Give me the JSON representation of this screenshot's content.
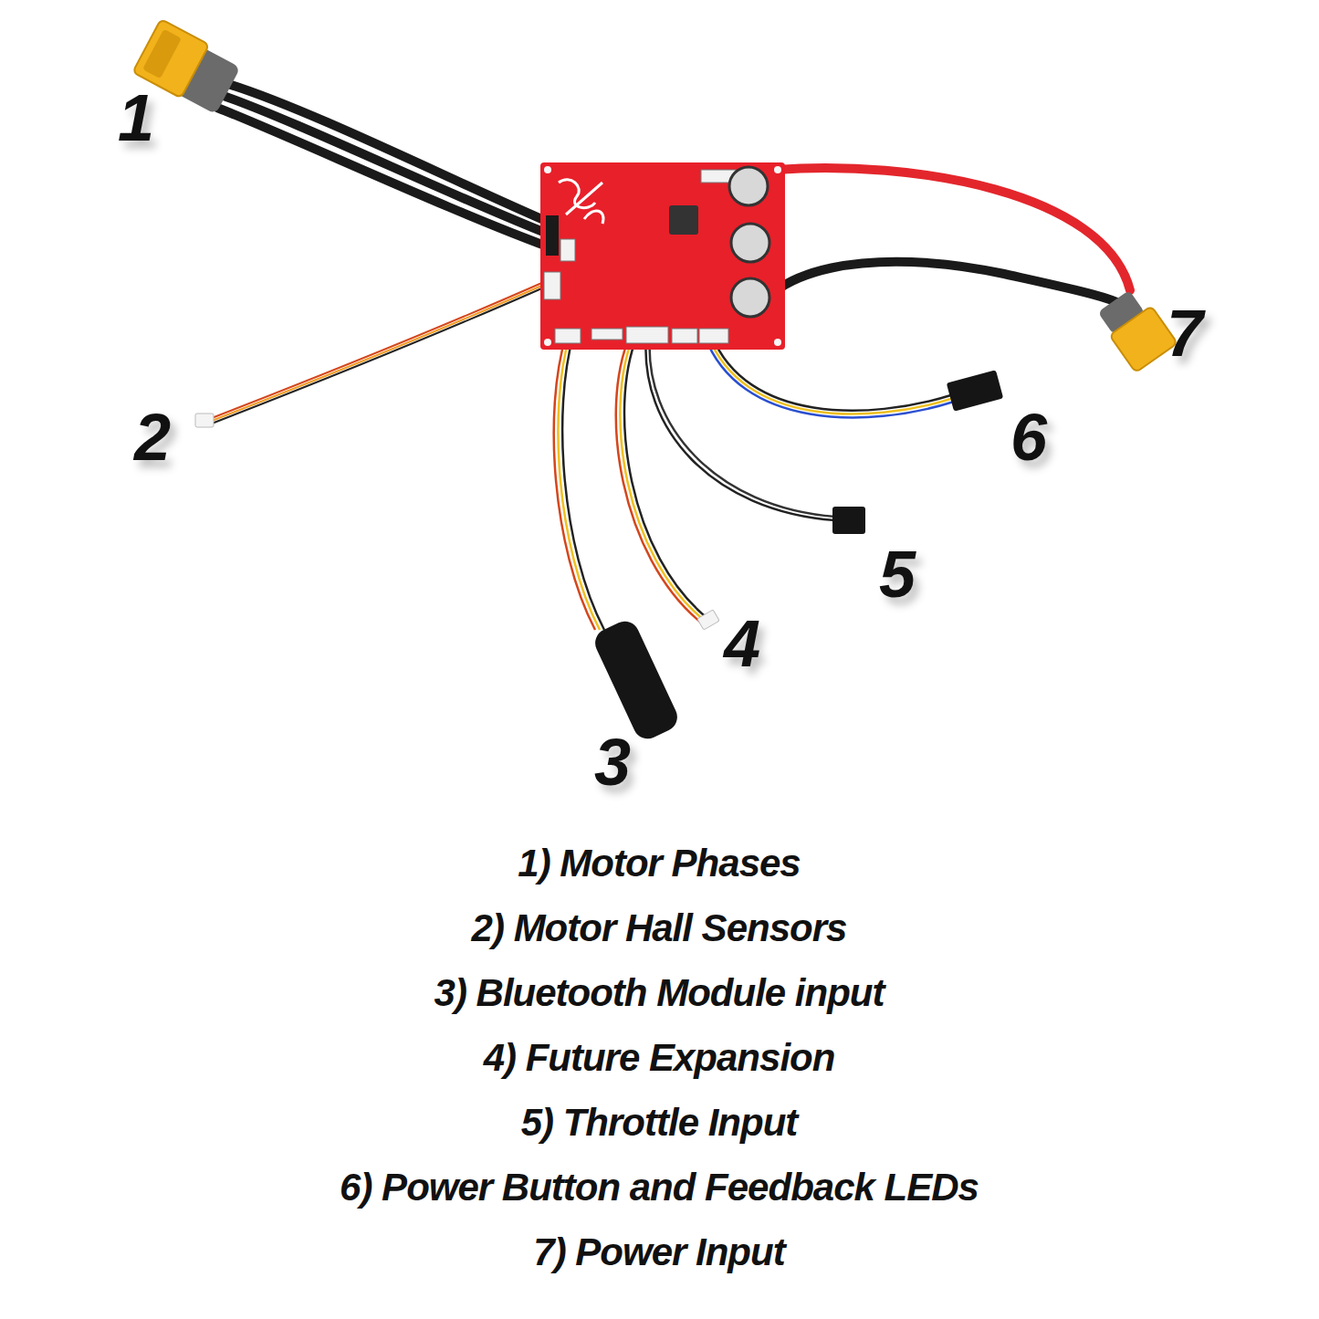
{
  "diagram": {
    "labels": [
      "1",
      "7",
      "2",
      "6",
      "5",
      "4",
      "3",
      "1) Motor Phases",
      "2) Motor Hall Sensors",
      "3) Bluetooth Module input",
      "4) Future Expansion",
      "5) Throttle Input",
      "6) Power Button and Feedback LEDs",
      "7) Power Input"
    ]
  }
}
